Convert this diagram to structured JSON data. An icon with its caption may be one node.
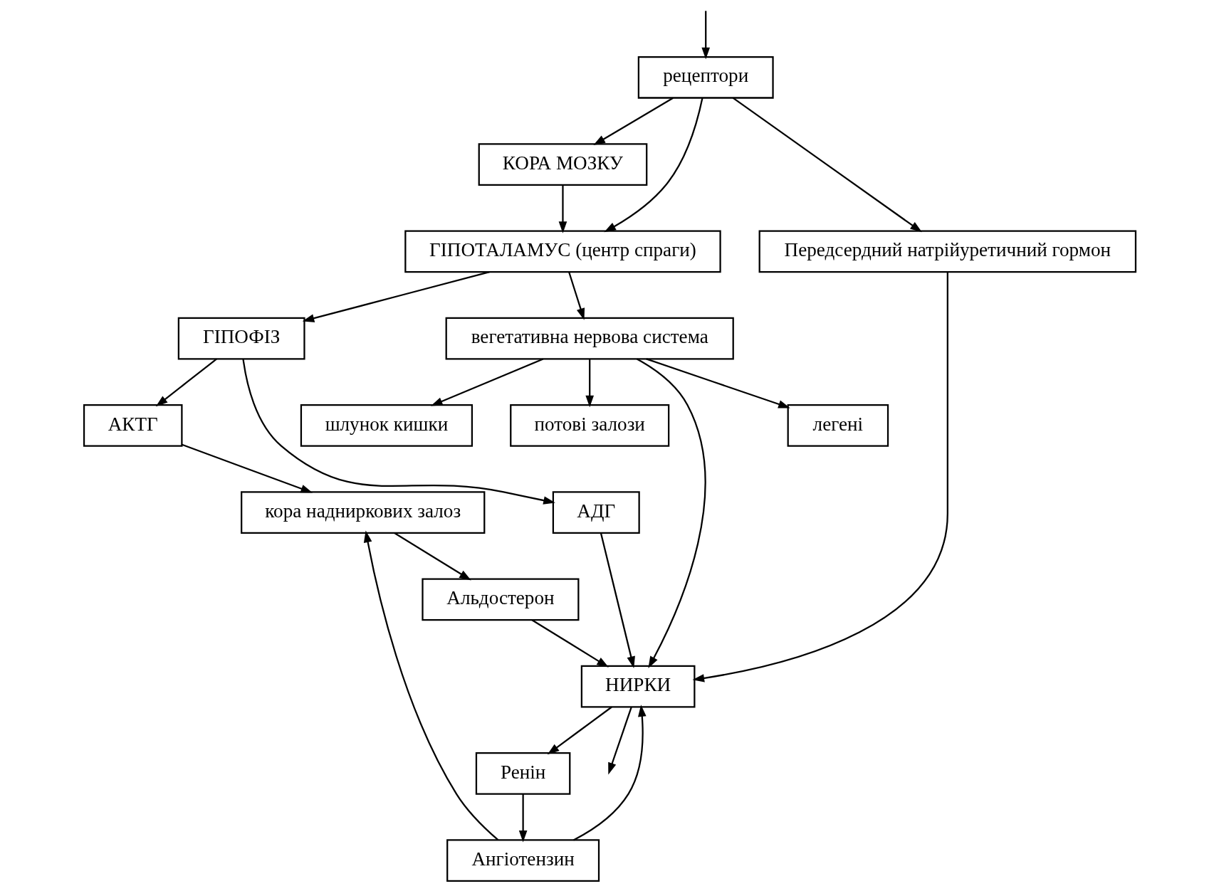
{
  "diagram": {
    "nodes": [
      {
        "text": [
          "КОРА МОЗКУ"
        ]
      },
      {
        "text": [
          "ГІПОТАЛАМУС (центр спраги)"
        ]
      },
      {
        "text": [
          "ГІПОФІЗ"
        ]
      },
      {
        "text": [
          "вегетативна нервова система"
        ]
      },
      {
        "text": [
          "АКТГ"
        ]
      },
      {
        "text": [
          "АДГ"
        ]
      },
      {
        "text": [
          "кора надниркових залоз"
        ]
      },
      {
        "text": [
          "рецептори"
        ]
      },
      {
        "text": [
          "легені"
        ]
      },
      {
        "text": [
          "Ангіотензин"
        ]
      },
      {
        "text": [
          "шлунок кишки"
        ]
      },
      {
        "text": [
          "Альдостерон"
        ]
      },
      {
        "text": [
          "Ренін"
        ]
      },
      {
        "text": [
          "потові залози"
        ]
      },
      {
        "text": [
          "НИРКИ"
        ]
      },
      {
        "text": [
          "Передсердний натрійуретичний гормон"
        ]
      }
    ],
    "edges": [
      {
        "from": 0,
        "to": 1,
        "arrow": "to"
      },
      {
        "from": 1,
        "to": 2,
        "arrow": "to"
      },
      {
        "from": 1,
        "to": 3,
        "arrow": "to"
      },
      {
        "from": 2,
        "to": 4,
        "arrow": "to"
      },
      {
        "from": 2,
        "to": 5,
        "arrow": "to"
      },
      {
        "from": 4,
        "to": 6,
        "arrow": "to"
      },
      {
        "from": 7,
        "to": 0,
        "arrow": "to"
      },
      {
        "from": 7,
        "to": 1,
        "arrow": "to"
      },
      {
        "from": 3,
        "to": 8,
        "arrow": "to"
      },
      {
        "from": 3,
        "to": 10,
        "arrow": "to"
      },
      {
        "from": 3,
        "to": 13,
        "arrow": "to"
      },
      {
        "from": 3,
        "to": 14,
        "arrow": "to"
      },
      {
        "from": 5,
        "to": 14,
        "arrow": "to"
      },
      {
        "from": 6,
        "to": 11,
        "arrow": "to"
      },
      {
        "from": 9,
        "to": 6,
        "arrow": "to"
      },
      {
        "from": 9,
        "to": 14,
        "arrow": "to"
      },
      {
        "from": 12,
        "to": 9,
        "arrow": "to"
      },
      {
        "from": 14,
        "to": 12,
        "arrow": "to"
      },
      {
        "from": 11,
        "to": 14,
        "arrow": "to"
      },
      {
        "from": 15,
        "to": 14,
        "arrow": "to"
      },
      {
        "from": 7,
        "to": 15,
        "arrow": "to"
      },
      {
        "from": 14,
        "to": null,
        "arrow": "to"
      },
      {
        "from": null,
        "to": 7,
        "arrow": "to"
      }
    ]
  }
}
